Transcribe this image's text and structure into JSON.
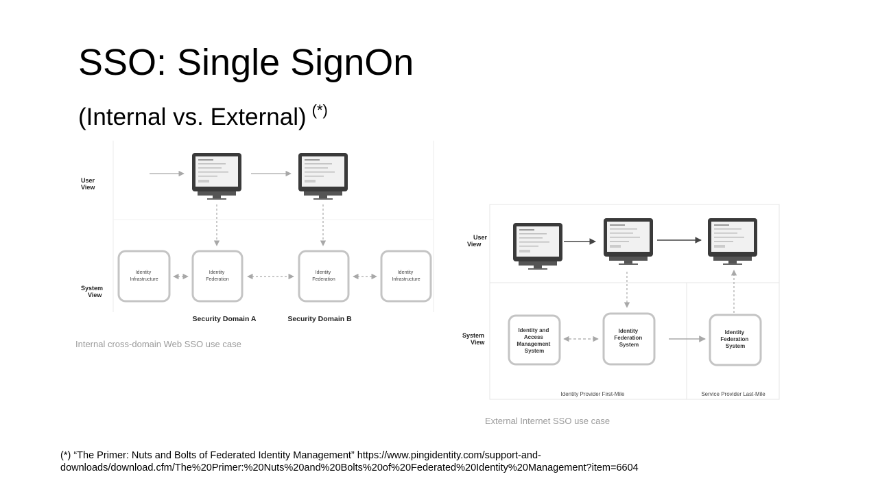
{
  "title": "SSO: Single SignOn",
  "subtitle": "(Internal vs. External)",
  "subtitle_marker": "(*)",
  "colors": {
    "box_stroke": "#c4c4c4",
    "arrow": "#a8a8a8",
    "dark_arrow": "#444444",
    "monitor": "#3a3a3a",
    "screen": "#f1f1f1",
    "panel_border": "#e4e4e4",
    "caption": "#9a9a9a"
  },
  "internal": {
    "user_view_label": [
      "User",
      "View"
    ],
    "system_view_label": [
      "System",
      "View"
    ],
    "boxes": {
      "infra_a": [
        "Identity",
        "Infrastructure"
      ],
      "federation_a": [
        "Identity",
        "Federation"
      ],
      "federation_b": [
        "Identity",
        "Federation"
      ],
      "infra_b": [
        "Identity",
        "Infrastructure"
      ]
    },
    "domain_a": "Security Domain A",
    "domain_b": "Security Domain B",
    "caption": "Internal cross-domain Web SSO use case"
  },
  "external": {
    "user_view_label": [
      "User",
      "View"
    ],
    "system_view_label": [
      "System",
      "View"
    ],
    "boxes": {
      "iam": [
        "Identity and",
        "Access",
        "Management",
        "System"
      ],
      "federation_idp": [
        "Identity",
        "Federation",
        "System"
      ],
      "federation_sp": [
        "Identity",
        "Federation",
        "System"
      ]
    },
    "idp_label": "Identity Provider First-Mile",
    "sp_label": "Service Provider Last-Mile",
    "caption": "External Internet SSO use case"
  },
  "footnote": {
    "line1": "(*) “The Primer: Nuts and Bolts of Federated Identity Management” https://www.pingidentity.com/support-and-",
    "line2": "downloads/download.cfm/The%20Primer:%20Nuts%20and%20Bolts%20of%20Federated%20Identity%20Management?item=6604"
  }
}
